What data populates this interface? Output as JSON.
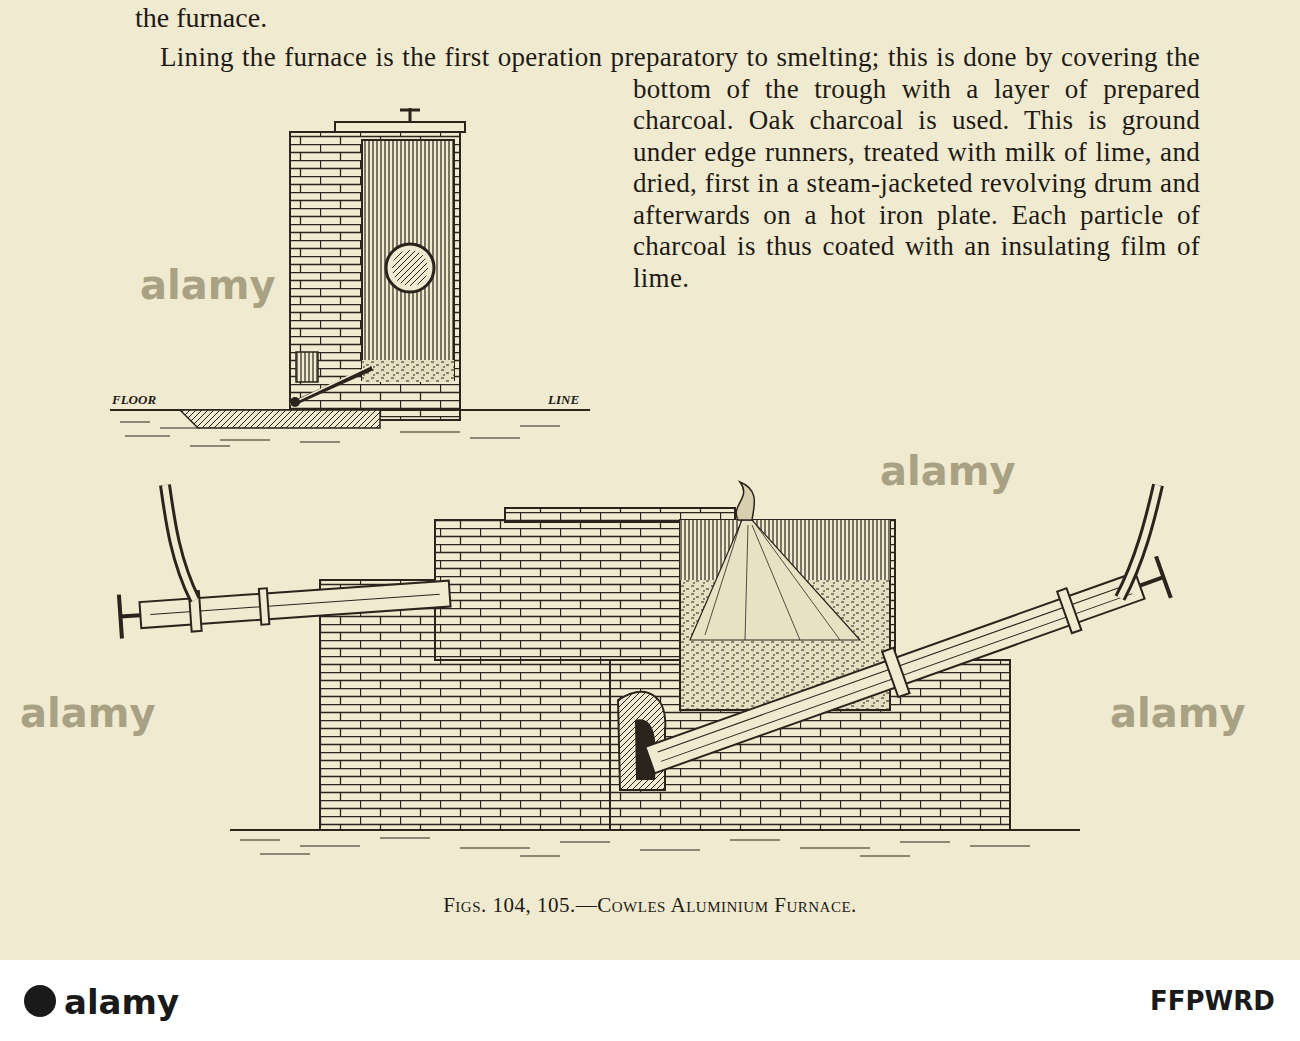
{
  "diagram": {
    "caption": "Figs. 104, 105.—Cowles Aluminium Furnace.",
    "labels": [
      "the furnace.",
      "Lining the furnace is the first operation preparatory to smelting; this is done by covering the bottom of the trough with a layer of prepared charcoal. Oak charcoal is used. This is ground under edge runners, treated with milk of lime, and dried, first in a steam-jacketed revolving drum and afterwards on a hot iron plate. Each particle of charcoal is thus coated with an insulating film of lime.",
      "FLOOR",
      "LINE",
      "alamy",
      "alamy",
      "alamy",
      "alamy",
      "alamy",
      "FFPWRD"
    ]
  }
}
